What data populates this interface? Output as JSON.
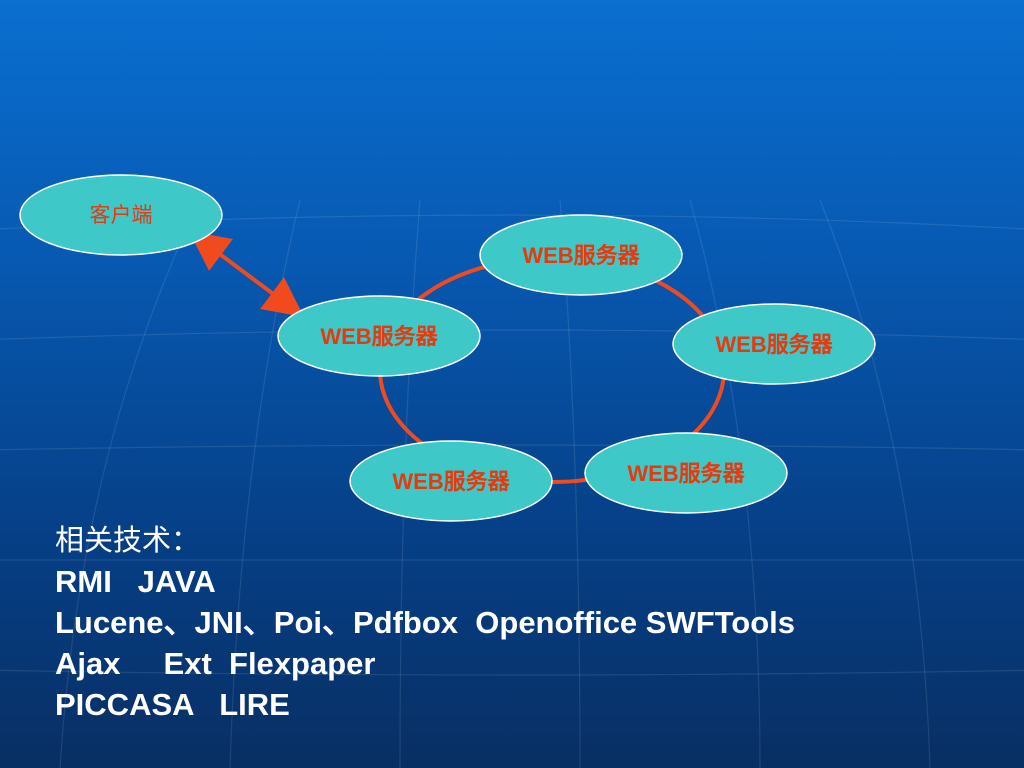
{
  "diagram": {
    "client": "客户端",
    "servers": [
      "WEB服务器",
      "WEB服务器",
      "WEB服务器",
      "WEB服务器",
      "WEB服务器"
    ]
  },
  "tech": {
    "heading": "相关技术：",
    "lines": [
      "RMI   JAVA",
      "Lucene、JNI、Poi、Pdfbox  Openoffice SWFTools",
      "Ajax     Ext  Flexpaper",
      "PICCASA   LIRE"
    ]
  },
  "colors": {
    "node_fill": "#3ec8c8",
    "node_text": "#e8380d",
    "ring": "#f04a1e"
  }
}
